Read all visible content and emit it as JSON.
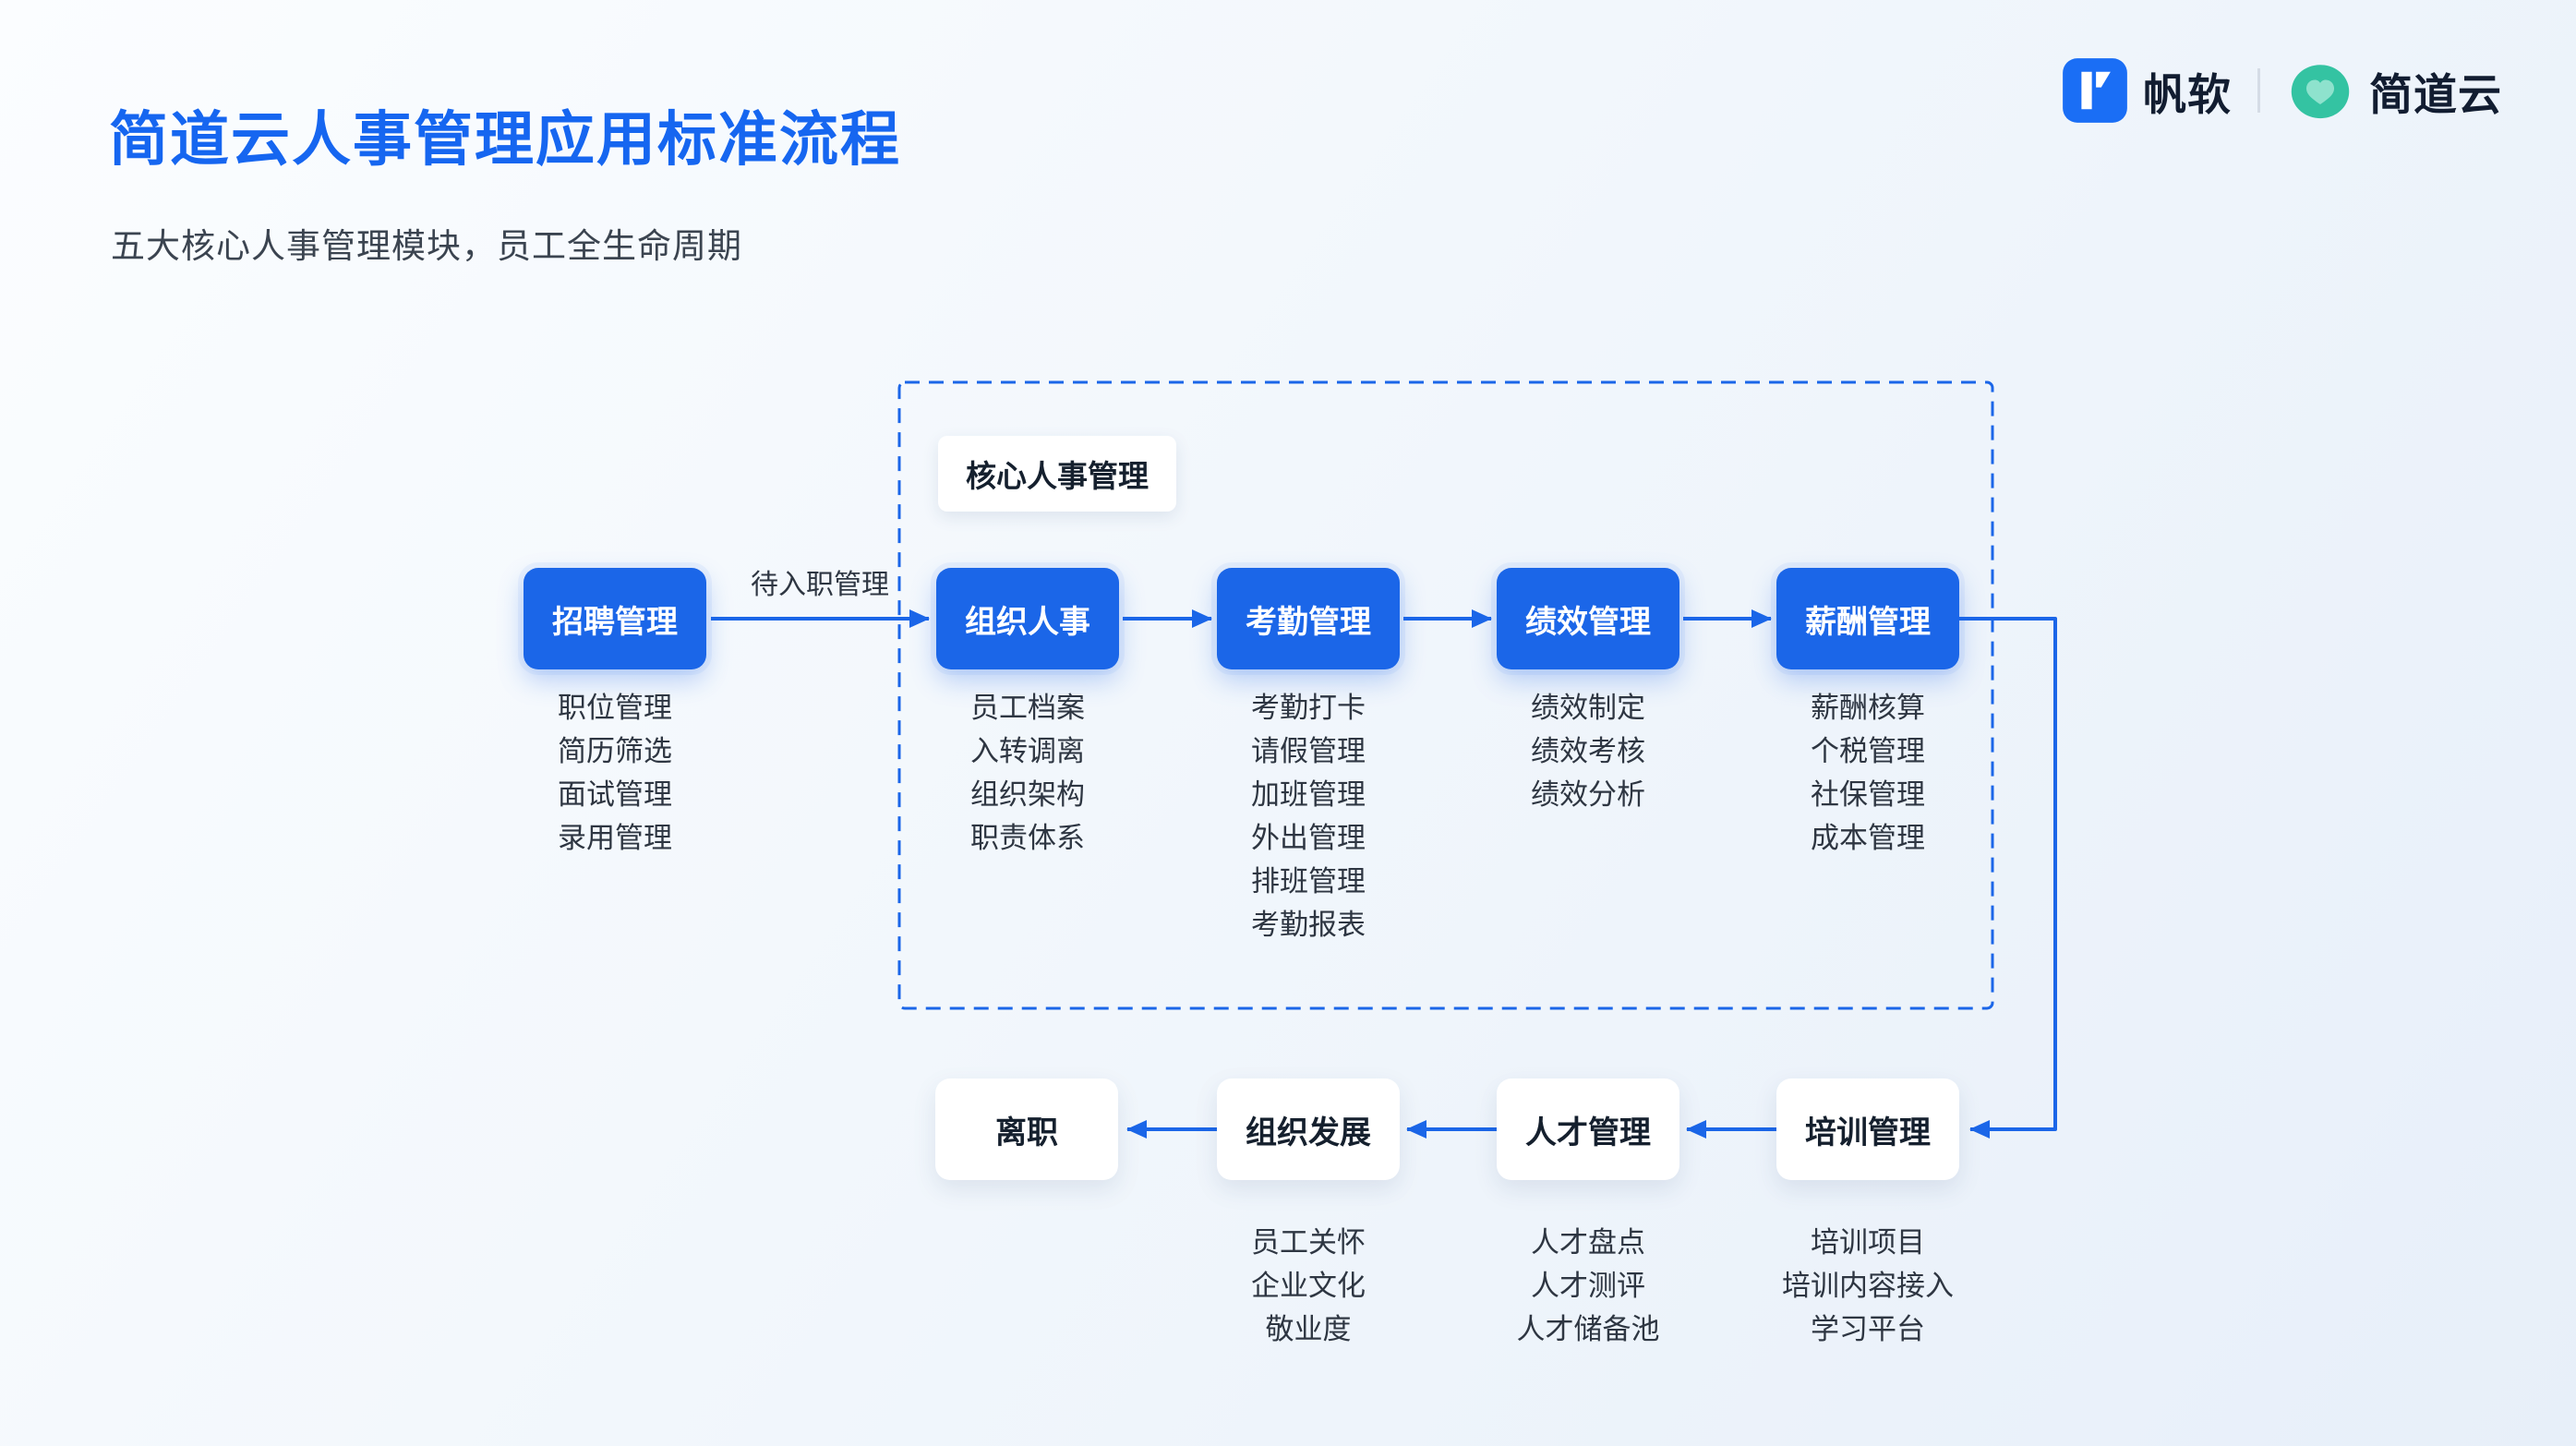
{
  "page": {
    "title": "简道云人事管理应用标准流程",
    "subtitle": "五大核心人事管理模块，员工全生命周期"
  },
  "brand": {
    "fanruan": "帆软",
    "jiandaoyun": "简道云"
  },
  "colors": {
    "primary_blue": "#1b66e8",
    "title_blue": "#1666f0",
    "brand_teal": "#34c3a2"
  },
  "diagram": {
    "group_label": "核心人事管理",
    "edge_label": "待入职管理",
    "top_row": [
      {
        "id": "recruitment",
        "label": "招聘管理",
        "items": [
          "职位管理",
          "简历筛选",
          "面试管理",
          "录用管理"
        ]
      },
      {
        "id": "org-hr",
        "label": "组织人事",
        "items": [
          "员工档案",
          "入转调离",
          "组织架构",
          "职责体系"
        ]
      },
      {
        "id": "attendance",
        "label": "考勤管理",
        "items": [
          "考勤打卡",
          "请假管理",
          "加班管理",
          "外出管理",
          "排班管理",
          "考勤报表"
        ]
      },
      {
        "id": "performance",
        "label": "绩效管理",
        "items": [
          "绩效制定",
          "绩效考核",
          "绩效分析"
        ]
      },
      {
        "id": "compensation",
        "label": "薪酬管理",
        "items": [
          "薪酬核算",
          "个税管理",
          "社保管理",
          "成本管理"
        ]
      }
    ],
    "bottom_row": [
      {
        "id": "resignation",
        "label": "离职",
        "items": []
      },
      {
        "id": "org-development",
        "label": "组织发展",
        "items": [
          "员工关怀",
          "企业文化",
          "敬业度"
        ]
      },
      {
        "id": "talent",
        "label": "人才管理",
        "items": [
          "人才盘点",
          "人才测评",
          "人才储备池"
        ]
      },
      {
        "id": "training",
        "label": "培训管理",
        "items": [
          "培训项目",
          "培训内容接入",
          "学习平台"
        ]
      }
    ]
  }
}
